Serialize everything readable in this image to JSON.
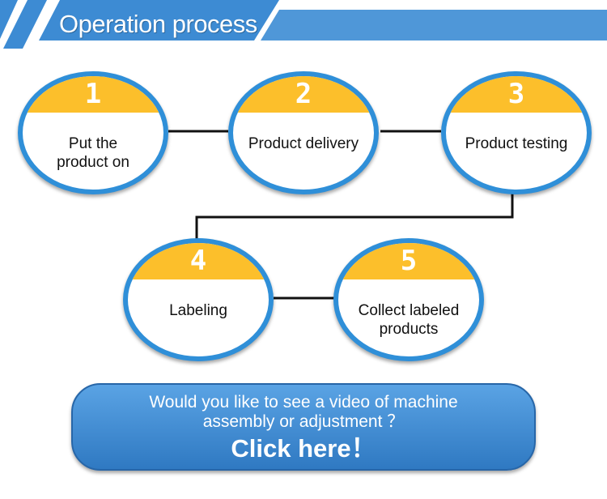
{
  "header": {
    "title": "Operation process"
  },
  "steps": [
    {
      "number": "1",
      "label_lines": [
        "Put the",
        "product on"
      ]
    },
    {
      "number": "2",
      "label_lines": [
        "Product delivery"
      ]
    },
    {
      "number": "3",
      "label_lines": [
        "Product testing"
      ]
    },
    {
      "number": "4",
      "label_lines": [
        "Labeling"
      ]
    },
    {
      "number": "5",
      "label_lines": [
        "Collect labeled",
        "products"
      ]
    }
  ],
  "cta": {
    "question_line1": "Would you like to see a video of machine",
    "question_line2": "assembly or adjustment ？",
    "action": "Click here！"
  },
  "colors": {
    "banner": "#3d8bd3",
    "ring": "#2f8fd8",
    "cap": "#fcbf2b",
    "connector": "#111111"
  }
}
